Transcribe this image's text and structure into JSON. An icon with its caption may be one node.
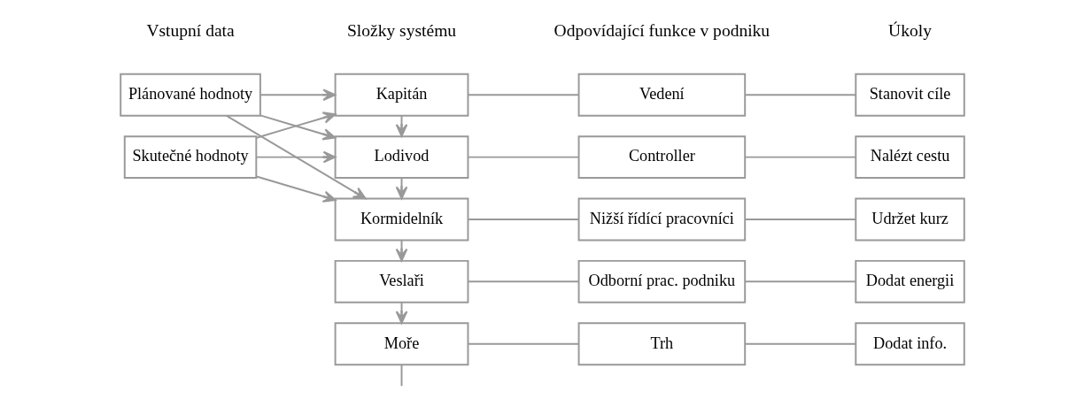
{
  "diagram": {
    "nodes": [
      {
        "text": [
          "Plánované hodnoty"
        ]
      },
      {
        "text": [
          "Skutečné hodnoty"
        ]
      },
      {
        "text": [
          "Kapitán"
        ]
      },
      {
        "text": [
          "Lodivod"
        ]
      },
      {
        "text": [
          "Kormidelník"
        ]
      },
      {
        "text": [
          "Veslaři"
        ]
      },
      {
        "text": [
          "Moře"
        ]
      },
      {
        "text": [
          "Vedení"
        ]
      },
      {
        "text": [
          "Controller"
        ]
      },
      {
        "text": [
          "Nižší řídící pracovníci"
        ]
      },
      {
        "text": [
          "Odborní prac. podniku"
        ]
      },
      {
        "text": [
          "Trh"
        ]
      },
      {
        "text": [
          "Stanovit cíle"
        ]
      },
      {
        "text": [
          "Nalézt cestu"
        ]
      },
      {
        "text": [
          "Udržet kurz"
        ]
      },
      {
        "text": [
          "Dodat energii"
        ]
      },
      {
        "text": [
          "Dodat info."
        ]
      }
    ],
    "edges": [
      {
        "from": 0,
        "to": 2,
        "arrow": "to"
      },
      {
        "from": 0,
        "to": 3,
        "arrow": "to"
      },
      {
        "from": 0,
        "to": 4,
        "arrow": "to"
      },
      {
        "from": 1,
        "to": 2,
        "arrow": "to"
      },
      {
        "from": 1,
        "to": 3,
        "arrow": "to"
      },
      {
        "from": 1,
        "to": 4,
        "arrow": "to"
      },
      {
        "from": 2,
        "to": 3,
        "arrow": "to"
      },
      {
        "from": 3,
        "to": 4,
        "arrow": "to"
      },
      {
        "from": 4,
        "to": 5,
        "arrow": "to"
      },
      {
        "from": 5,
        "to": 6,
        "arrow": "to"
      },
      {
        "from": 2,
        "to": 7,
        "arrow": "none"
      },
      {
        "from": 7,
        "to": 12,
        "arrow": "none"
      },
      {
        "from": 3,
        "to": 8,
        "arrow": "none"
      },
      {
        "from": 8,
        "to": 13,
        "arrow": "none"
      },
      {
        "from": 4,
        "to": 9,
        "arrow": "none"
      },
      {
        "from": 9,
        "to": 14,
        "arrow": "none"
      },
      {
        "from": 5,
        "to": 10,
        "arrow": "none"
      },
      {
        "from": 10,
        "to": 15,
        "arrow": "none"
      },
      {
        "from": 6,
        "to": 11,
        "arrow": "none"
      },
      {
        "from": 11,
        "to": 16,
        "arrow": "none"
      },
      {
        "from": 6,
        "to": null,
        "arrow": "none"
      }
    ],
    "labels": [
      "Vstupní data",
      "Složky systému",
      "Odpovídající funkce v podniku",
      "Úkoly"
    ]
  }
}
